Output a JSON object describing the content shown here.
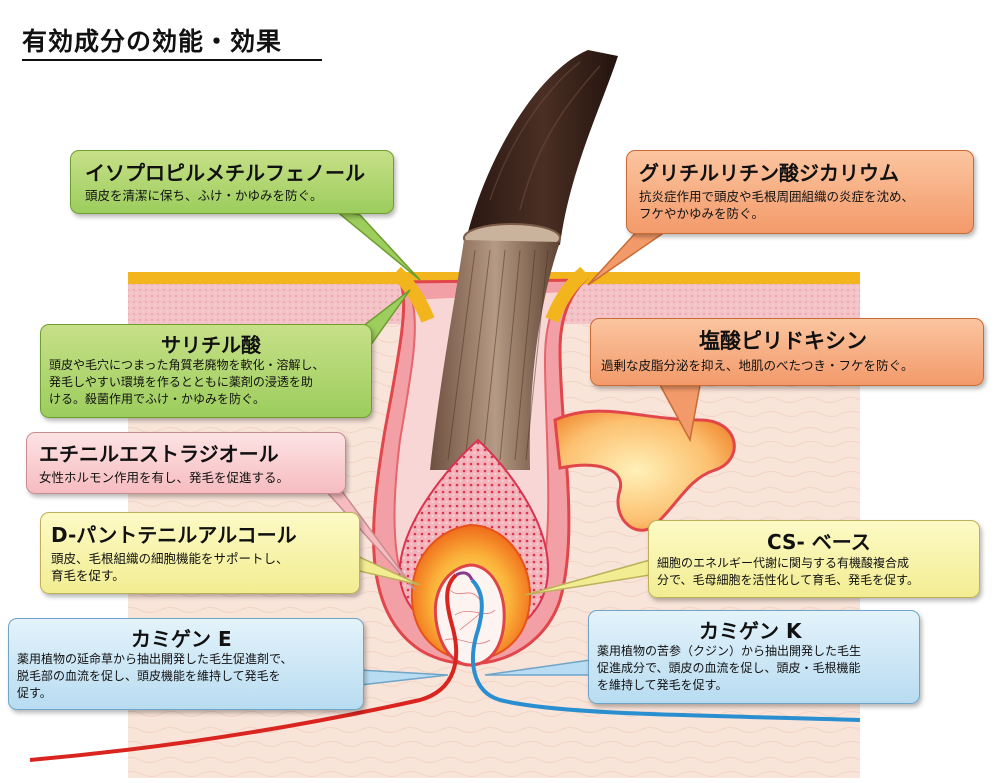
{
  "title": "有効成分の効能・効果",
  "ingredients": [
    {
      "name": "イソプロピルメチルフェノール",
      "desc": [
        "頭皮を清潔に保ち、ふけ・かゆみを防ぐ。"
      ]
    },
    {
      "name": "グリチルリチン酸ジカリウム",
      "desc": [
        "抗炎症作用で頭皮や毛根周囲組織の炎症を沈め、",
        "フケやかゆみを防ぐ。"
      ]
    },
    {
      "name": "サリチル酸",
      "desc": [
        "頭皮や毛穴につまった角質老廃物を軟化・溶解し、",
        "発毛しやすい環境を作るとともに薬剤の浸透を助",
        "ける。殺菌作用でふけ・かゆみを防ぐ。"
      ]
    },
    {
      "name": "塩酸ピリドキシン",
      "desc": [
        "過剰な皮脂分泌を抑え、地肌のべたつき・フケを防ぐ。"
      ]
    },
    {
      "name": "エチニルエストラジオール",
      "desc": [
        "女性ホルモン作用を有し、発毛を促進する。"
      ]
    },
    {
      "name": "D-パントテニルアルコール",
      "desc": [
        "頭皮、毛根組織の細胞機能をサポートし、",
        "育毛を促す。"
      ]
    },
    {
      "name": "CS- ベース",
      "desc": [
        "細胞のエネルギー代謝に関与する有機酸複合成",
        "分で、毛母細胞を活性化して育毛、発毛を促す。"
      ]
    },
    {
      "name": "カミゲン E",
      "desc": [
        "薬用植物の延命草から抽出開発した毛生促進剤で、",
        "脱毛部の血流を促し、頭皮機能を維持して発毛を",
        "促す。"
      ]
    },
    {
      "name": "カミゲン K",
      "desc": [
        "薬用植物の苦参（クジン）から抽出開発した毛生",
        "促進成分で、頭皮の血流を促し、頭皮・毛根機能",
        "を維持して発毛を促す。"
      ]
    }
  ],
  "colors": {
    "green": "#9ccd5d",
    "orange": "#f39a6a",
    "pink": "#f6bcc0",
    "yellow": "#f2ed92",
    "blue": "#b8dcf1",
    "skin": "#f0a8ad",
    "hair": "#3a2418"
  }
}
